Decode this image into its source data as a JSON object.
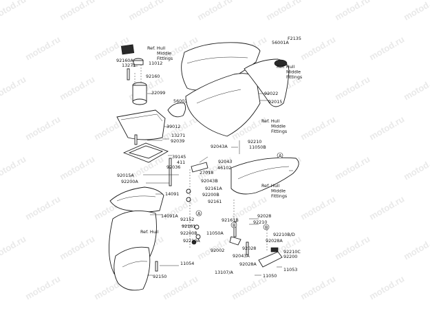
{
  "diagram_code": "F2135",
  "watermark": "motod.ru",
  "colors": {
    "line": "#1a1a1a",
    "background": "#ffffff",
    "watermark": "#e9e9e9"
  },
  "labels": [
    {
      "id": "l56001a",
      "text": "56001A"
    },
    {
      "id": "l92160a",
      "text": "92160A"
    },
    {
      "id": "l13271a",
      "text": "13271"
    },
    {
      "id": "l11012",
      "text": "11012"
    },
    {
      "id": "l92160",
      "text": "92160"
    },
    {
      "id": "l32099",
      "text": "32099"
    },
    {
      "id": "l92022",
      "text": "92022"
    },
    {
      "id": "l56001",
      "text": "56001"
    },
    {
      "id": "l92015",
      "text": "92015"
    },
    {
      "id": "l39012",
      "text": "39012"
    },
    {
      "id": "l13271b",
      "text": "13271"
    },
    {
      "id": "l92039",
      "text": "92039"
    },
    {
      "id": "l92210a",
      "text": "92210"
    },
    {
      "id": "l11050b",
      "text": "11050B"
    },
    {
      "id": "l92043a",
      "text": "92043A"
    },
    {
      "id": "l39145",
      "text": "39145"
    },
    {
      "id": "l411",
      "text": "411"
    },
    {
      "id": "l92043",
      "text": "92043"
    },
    {
      "id": "l46102",
      "text": "46102"
    },
    {
      "id": "l92036",
      "text": "92036"
    },
    {
      "id": "l27018",
      "text": "27018"
    },
    {
      "id": "l92015a",
      "text": "92015A"
    },
    {
      "id": "l92200a",
      "text": "92200A"
    },
    {
      "id": "l92043b",
      "text": "92043B"
    },
    {
      "id": "l92161a",
      "text": "92161A"
    },
    {
      "id": "l92200b",
      "text": "92200B"
    },
    {
      "id": "l92161",
      "text": "92161"
    },
    {
      "id": "l14091",
      "text": "14091"
    },
    {
      "id": "l14091a",
      "text": "14091A"
    },
    {
      "id": "l92152",
      "text": "92152"
    },
    {
      "id": "l92161b",
      "text": "92161"
    },
    {
      "id": "l92161b2",
      "text": "92161B"
    },
    {
      "id": "l92028a",
      "text": "92028"
    },
    {
      "id": "l92210b",
      "text": "92210"
    },
    {
      "id": "l92200b2",
      "text": "92200B"
    },
    {
      "id": "l92210a2",
      "text": "92210A"
    },
    {
      "id": "l11050a",
      "text": "11050A"
    },
    {
      "id": "l92002",
      "text": "92002"
    },
    {
      "id": "l92028b",
      "text": "92028"
    },
    {
      "id": "l92028a2",
      "text": "92028A"
    },
    {
      "id": "l92210bd",
      "text": "92210B/D"
    },
    {
      "id": "l92210c",
      "text": "92210C"
    },
    {
      "id": "l92200",
      "text": "92200"
    },
    {
      "id": "l92043a2",
      "text": "92043A"
    },
    {
      "id": "l92028a3",
      "text": "92028A"
    },
    {
      "id": "l11054",
      "text": "11054"
    },
    {
      "id": "l11053",
      "text": "11053"
    },
    {
      "id": "l92150",
      "text": "92150"
    },
    {
      "id": "l13107a",
      "text": "13107/A"
    },
    {
      "id": "l11050",
      "text": "11050"
    }
  ],
  "ref_notes": [
    {
      "id": "r1",
      "lines": [
        "Ref. Hull",
        "Middle",
        "Fittings"
      ]
    },
    {
      "id": "r2",
      "lines": [
        "Ref. Hull",
        "Middle",
        "Fittings"
      ]
    },
    {
      "id": "r3",
      "lines": [
        "Ref. Hull",
        "Middle",
        "Fittings"
      ]
    },
    {
      "id": "r4",
      "lines": [
        "Ref. Hull",
        "Middle",
        "Fittings"
      ]
    },
    {
      "id": "r5",
      "lines": [
        "Ref. Hull"
      ]
    }
  ],
  "callouts": [
    "A",
    "A",
    "B",
    "B"
  ]
}
